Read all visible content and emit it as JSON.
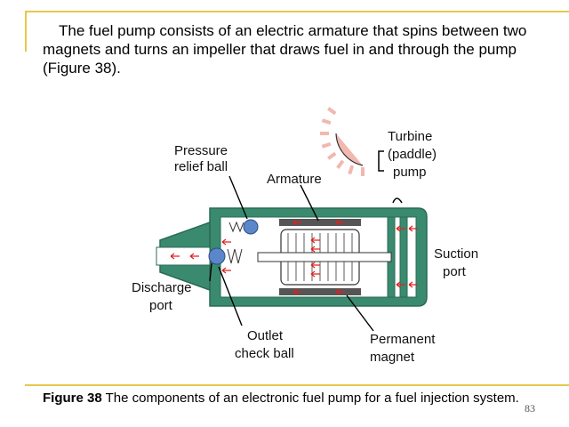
{
  "body_text": "The fuel pump consists of an electric armature that spins between two magnets and turns an impeller that draws fuel in and through the pump (Figure 38).",
  "figure": {
    "labels": {
      "pressure_relief_ball_1": "Pressure",
      "pressure_relief_ball_2": "relief ball",
      "armature": "Armature",
      "turbine_1": "Turbine",
      "turbine_2": "(paddle)",
      "turbine_3": "pump",
      "suction_1": "Suction",
      "suction_2": "port",
      "discharge_1": "Discharge",
      "discharge_2": "port",
      "outlet_1": "Outlet",
      "outlet_2": "check ball",
      "magnet_1": "Permanent",
      "magnet_2": "magnet"
    },
    "colors": {
      "housing": "#3a8a6f",
      "housing_dark": "#2b6b55",
      "paddle": "#f2b8b0",
      "flow_arrow": "#e02020",
      "ball": "#5b86c9",
      "magnet": "#555555"
    }
  },
  "caption": {
    "label": "Figure 38",
    "text": " The components of an electronic fuel pump for a fuel injection system."
  },
  "page_number": "83"
}
